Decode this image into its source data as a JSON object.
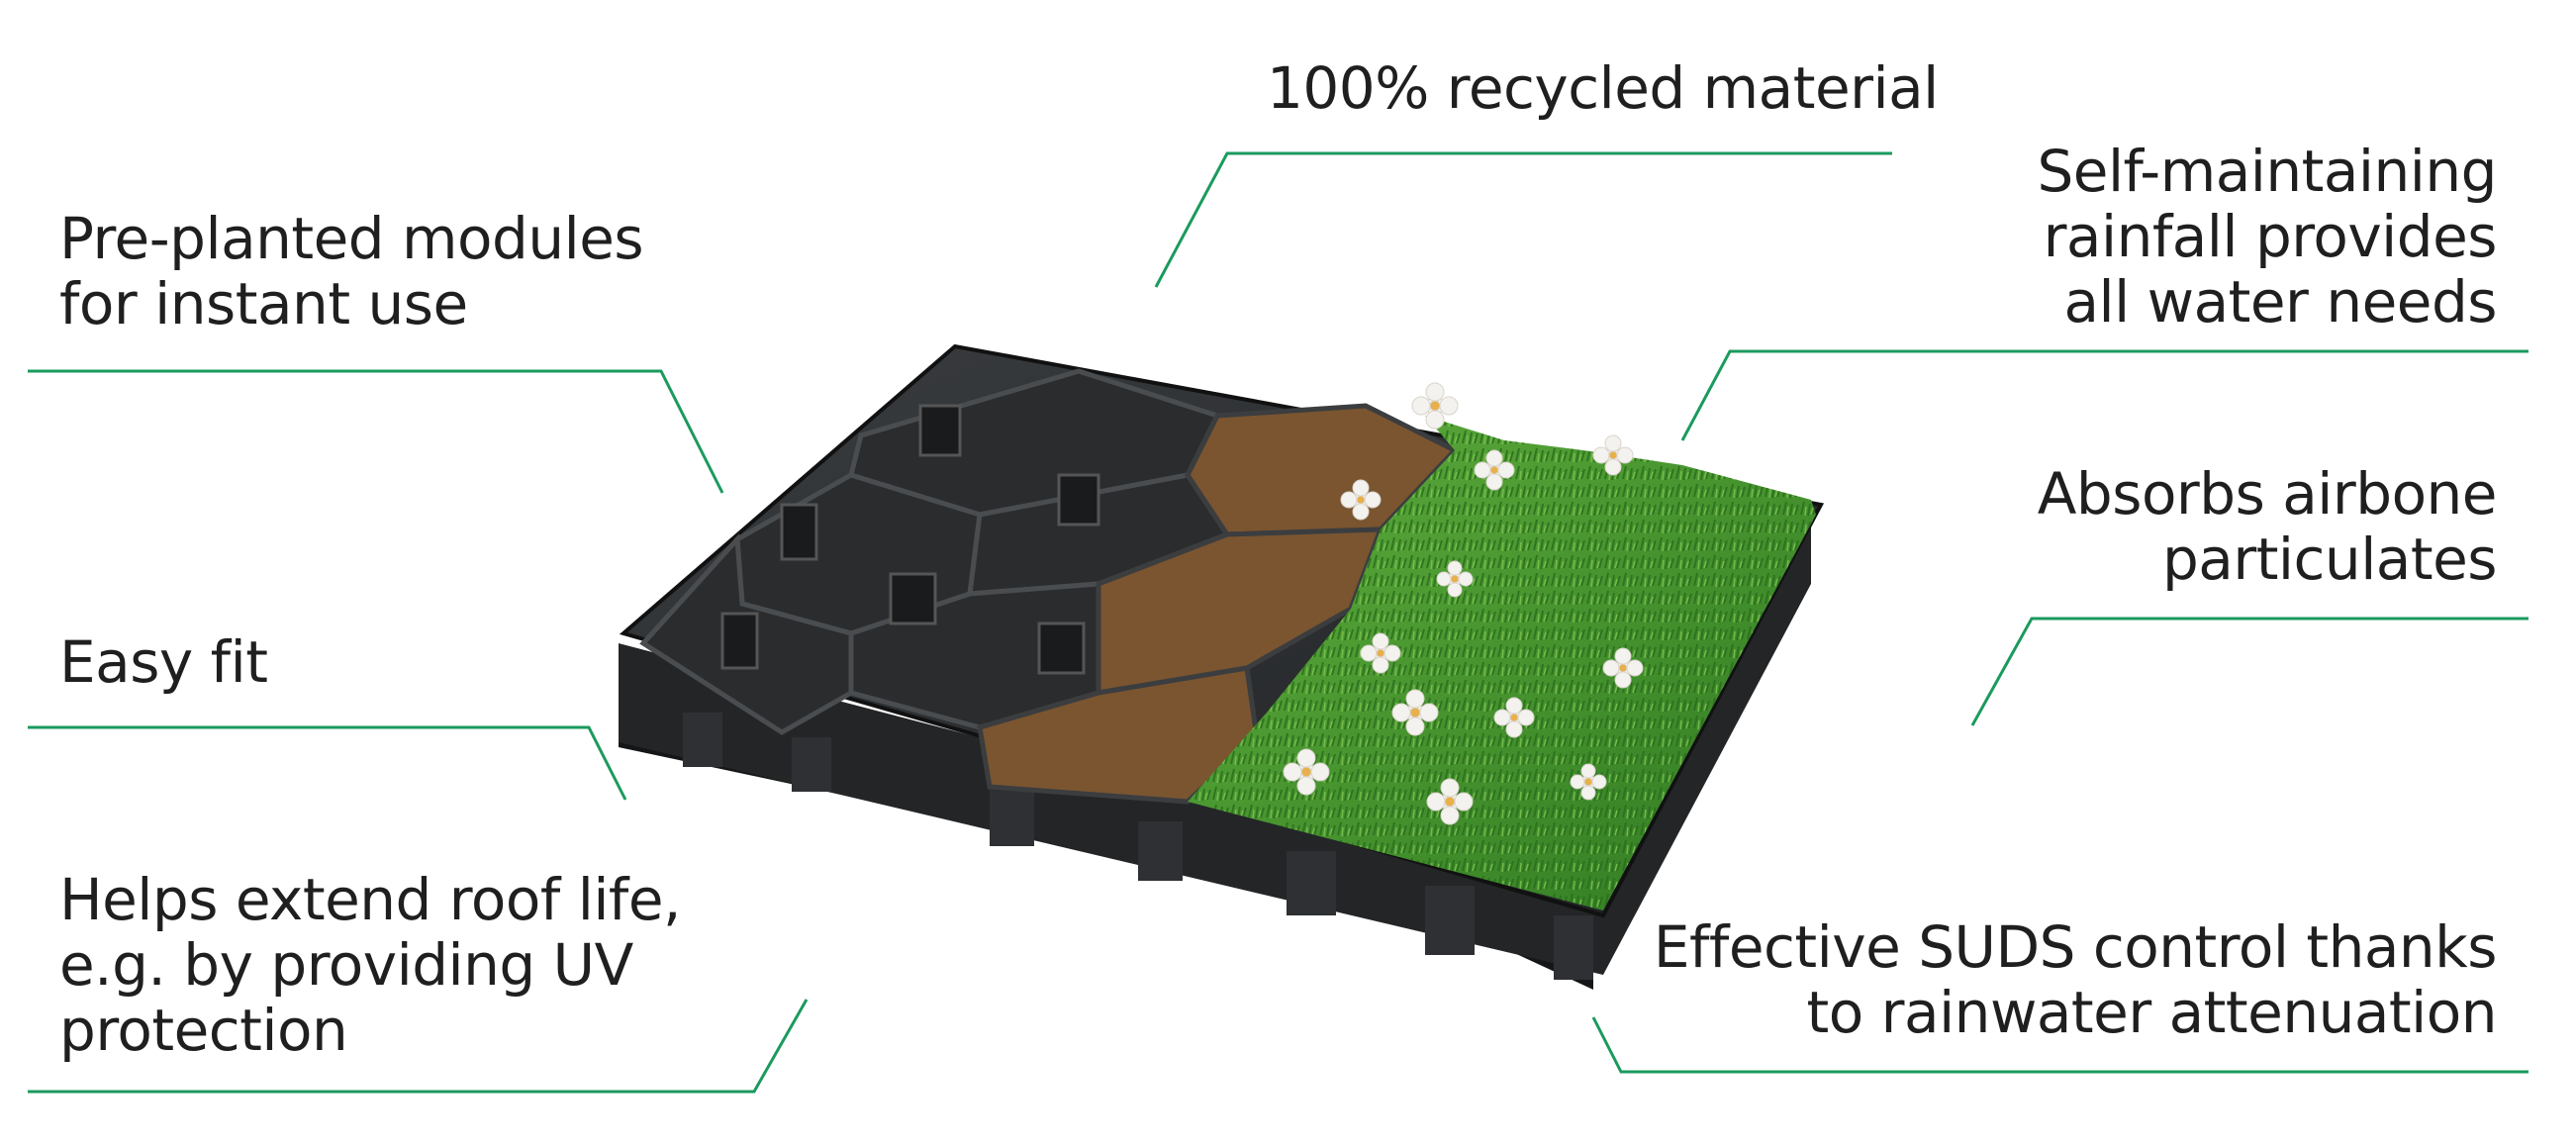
{
  "colors": {
    "leader": "#1b9a5e",
    "text": "#1f1f1f",
    "tray": "#2b2d2f",
    "soil": "#7a5530",
    "grass": "#3f8f2c"
  },
  "features": {
    "recycled": [
      "100% recycled material"
    ],
    "preplanted": [
      "Pre-planted modules",
      "for instant use"
    ],
    "self_maintaining": [
      "Self-maintaining",
      "rainfall provides",
      "all water needs"
    ],
    "absorbs": [
      "Absorbs airbone",
      "particulates"
    ],
    "easy_fit": [
      "Easy fit"
    ],
    "roof_life": [
      "Helps extend roof life,",
      "e.g. by providing UV",
      "protection"
    ],
    "suds": [
      "Effective SUDS control thanks",
      "to rainwater attenuation"
    ]
  }
}
